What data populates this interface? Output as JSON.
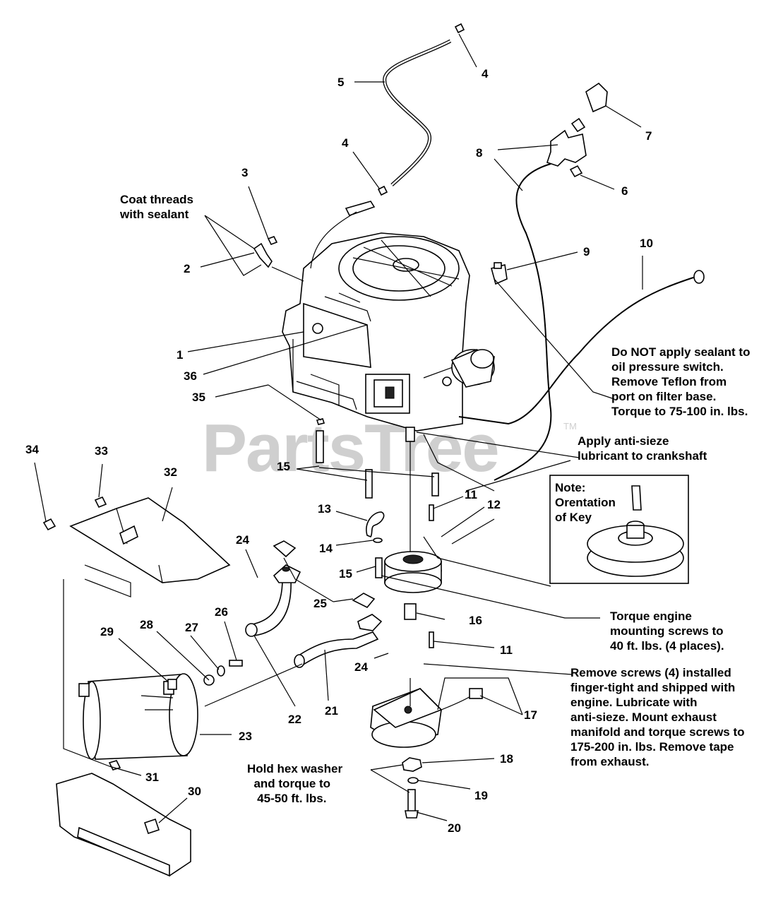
{
  "watermark": {
    "text": "PartsTree",
    "tm": "TM"
  },
  "callouts": [
    {
      "id": "c4a",
      "text": "4"
    },
    {
      "id": "c5",
      "text": "5"
    },
    {
      "id": "c4b",
      "text": "4"
    },
    {
      "id": "c7",
      "text": "7"
    },
    {
      "id": "c8",
      "text": "8"
    },
    {
      "id": "c3",
      "text": "3"
    },
    {
      "id": "c6",
      "text": "6"
    },
    {
      "id": "c2",
      "text": "2"
    },
    {
      "id": "c9",
      "text": "9"
    },
    {
      "id": "c10",
      "text": "10"
    },
    {
      "id": "c1",
      "text": "1"
    },
    {
      "id": "c36",
      "text": "36"
    },
    {
      "id": "c35",
      "text": "35"
    },
    {
      "id": "c34",
      "text": "34"
    },
    {
      "id": "c33",
      "text": "33"
    },
    {
      "id": "c32",
      "text": "32"
    },
    {
      "id": "c15a",
      "text": "15"
    },
    {
      "id": "c11a",
      "text": "11"
    },
    {
      "id": "c13",
      "text": "13"
    },
    {
      "id": "c12",
      "text": "12"
    },
    {
      "id": "c14",
      "text": "14"
    },
    {
      "id": "c24a",
      "text": "24"
    },
    {
      "id": "c15b",
      "text": "15"
    },
    {
      "id": "c25",
      "text": "25"
    },
    {
      "id": "c26",
      "text": "26"
    },
    {
      "id": "c28",
      "text": "28"
    },
    {
      "id": "c27",
      "text": "27"
    },
    {
      "id": "c29",
      "text": "29"
    },
    {
      "id": "c16",
      "text": "16"
    },
    {
      "id": "c11b",
      "text": "11"
    },
    {
      "id": "c24b",
      "text": "24"
    },
    {
      "id": "c22",
      "text": "22"
    },
    {
      "id": "c21",
      "text": "21"
    },
    {
      "id": "c17",
      "text": "17"
    },
    {
      "id": "c23",
      "text": "23"
    },
    {
      "id": "c18",
      "text": "18"
    },
    {
      "id": "c31",
      "text": "31"
    },
    {
      "id": "c19",
      "text": "19"
    },
    {
      "id": "c30",
      "text": "30"
    },
    {
      "id": "c20",
      "text": "20"
    }
  ],
  "notes": {
    "coat_threads": "Coat threads\nwith sealant",
    "oil_switch": "Do NOT apply sealant to\noil pressure switch.\nRemove Teflon from\nport on filter base.\nTorque to 75-100 in. lbs.",
    "anti_sieze": "Apply anti-sieze\nlubricant to crankshaft",
    "key_note": "Note:\nOrentation\nof Key",
    "torque_engine": "Torque engine\nmounting screws to\n40 ft. lbs. (4 places).",
    "remove_screws": "Remove screws (4) installed\nfinger-tight and shipped with\nengine. Lubricate with\nanti-sieze. Mount exhaust\nmanifold and torque screws to\n175-200 in. lbs. Remove tape\nfrom exhaust.",
    "hex_washer": "Hold hex washer\n  and torque to\n   45-50 ft. lbs."
  }
}
